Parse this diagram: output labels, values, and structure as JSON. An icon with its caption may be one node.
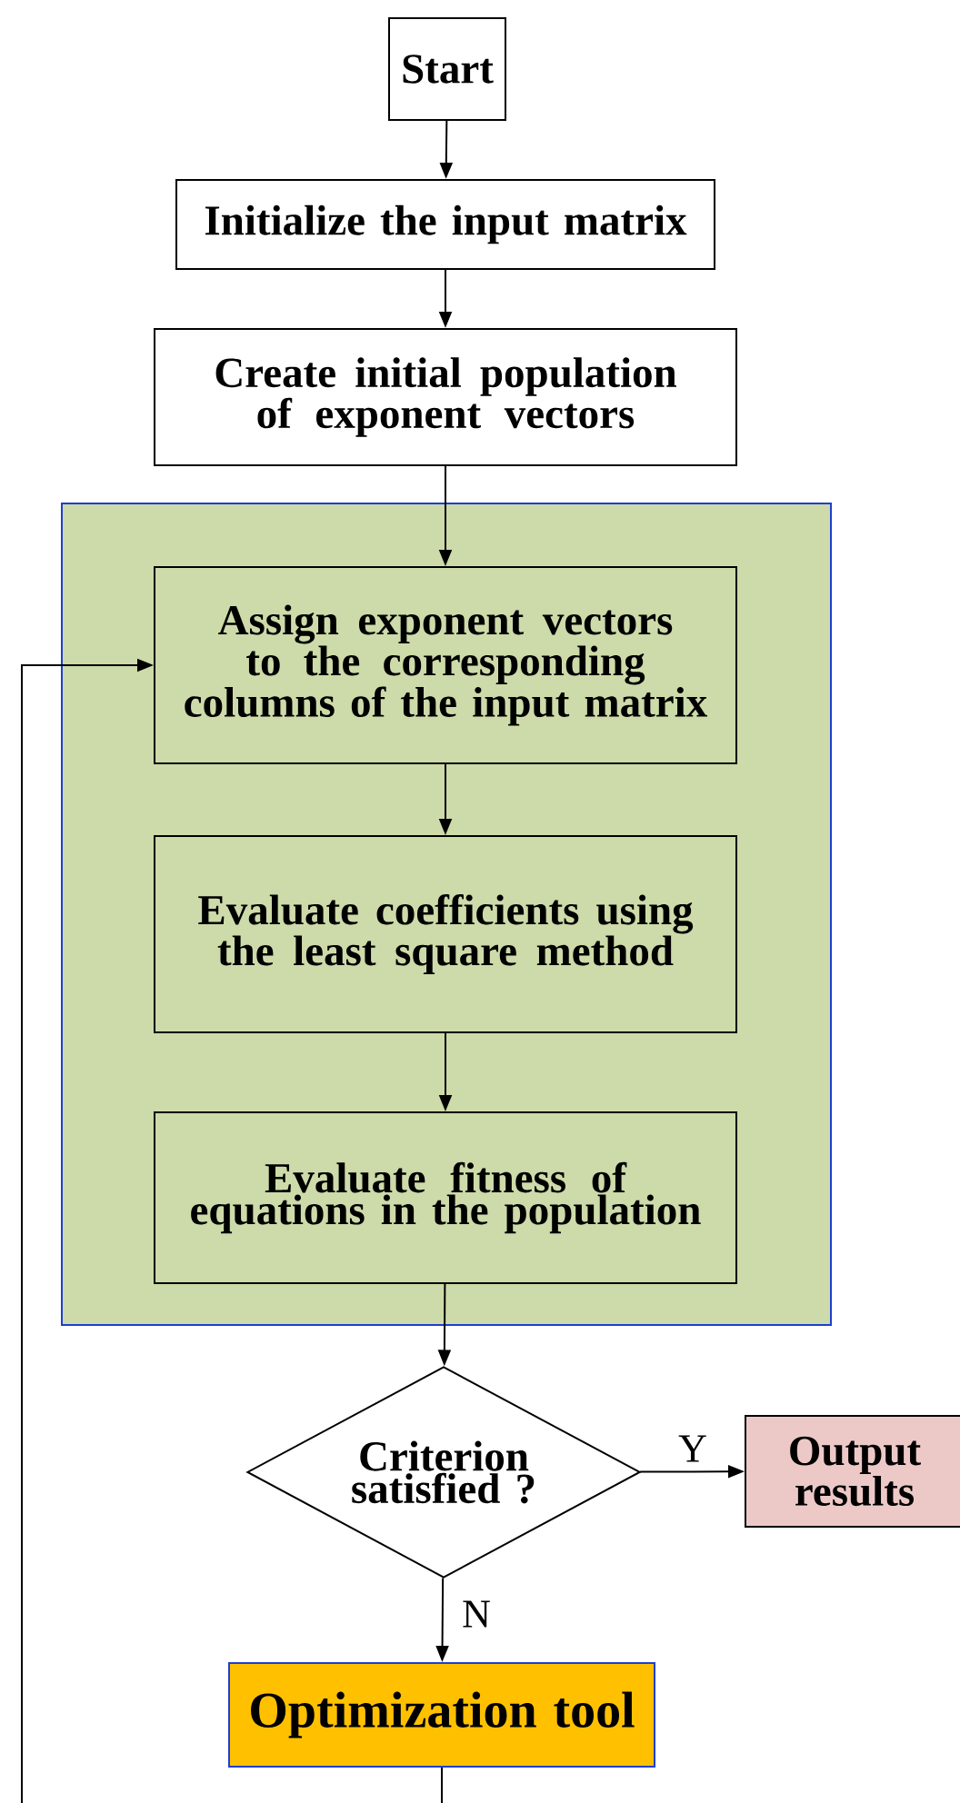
{
  "diagram": {
    "nodes": [
      {
        "text": [
          "Start"
        ]
      },
      {
        "text": [
          "Initialize the input matrix"
        ]
      },
      {
        "text": [
          "Create initial population of exponent vectors"
        ]
      },
      {
        "text": [],
        "shape": "box"
      },
      {
        "text": [
          "Assign exponent vectors to the corresponding columns of the input matrix"
        ],
        "in": 3
      },
      {
        "text": [
          "Evaluate coefficients using the least square method"
        ],
        "in": 3
      },
      {
        "text": [
          "Evaluate fitness of equations in the population"
        ],
        "in": 3
      },
      {
        "text": [
          "Criterion satisfied ?"
        ]
      },
      {
        "text": [
          "Output results"
        ]
      },
      {
        "text": [
          "Optimization tool"
        ]
      }
    ],
    "edges": [
      {
        "from": 0,
        "to": 1,
        "arrow": "to"
      },
      {
        "from": 1,
        "to": 2,
        "arrow": "to"
      },
      {
        "from": 2,
        "to": 4,
        "arrow": "to"
      },
      {
        "from": 4,
        "to": 5,
        "arrow": "to"
      },
      {
        "from": 5,
        "to": 6,
        "arrow": "to"
      },
      {
        "from": 6,
        "to": 7,
        "arrow": "to"
      },
      {
        "from": 7,
        "to": 8,
        "arrow": "to",
        "label": "Y"
      },
      {
        "from": 7,
        "to": 9,
        "arrow": "to",
        "label": "N"
      },
      {
        "from": 9,
        "to": 4,
        "arrow": "to"
      }
    ]
  }
}
